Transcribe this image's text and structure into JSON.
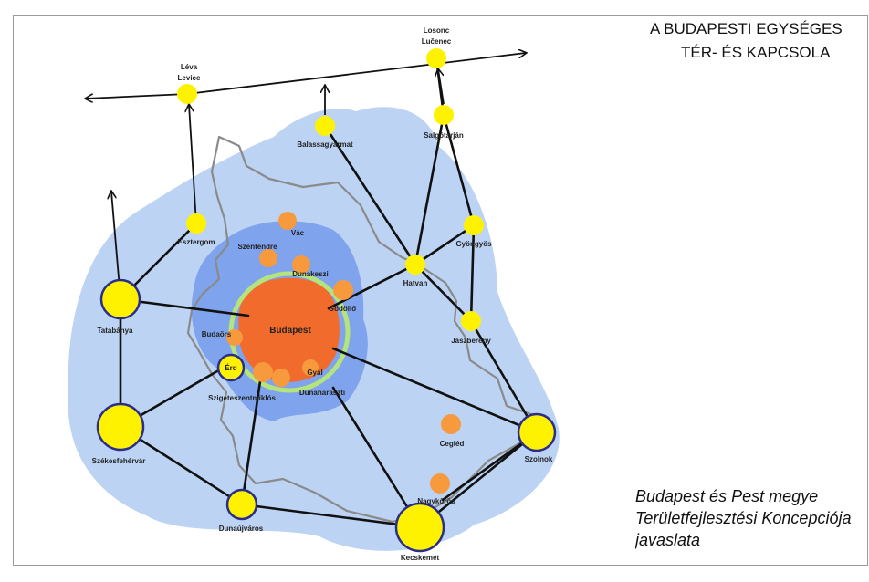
{
  "title": {
    "line1": "A BUDAPESTI EGYSÉGES",
    "line2": "TÉR- ÉS KAPCSOLA"
  },
  "caption": {
    "line1": "Budapest és Pest megye",
    "line2": "Területfejlesztési Koncepciója",
    "line3": "javaslata"
  },
  "map": {
    "colors": {
      "region": "#bcd3f3",
      "agglomeration": "#7fa3ec",
      "budapest_core": "#f06b2c",
      "ring": "#b5e37c",
      "yellow_node": "#fff200",
      "node_outline": "#2a2d8a",
      "orange_node": "#f79a3d",
      "border": "#8a8a8a"
    },
    "labels": {
      "losonc": "Losonc",
      "lucenec": "Lučenec",
      "leva": "Léva",
      "levice": "Levice",
      "salgotarjan": "Salgótarján",
      "balassagyarmat": "Balassagyarmat",
      "esztergom": "Esztergom",
      "vac": "Vác",
      "szentendre": "Szentendre",
      "dunakeszi": "Dunakeszi",
      "godollo": "Gödöllő",
      "hatvan": "Hatvan",
      "gyongyos": "Gyöngyös",
      "tatabanya": "Tatabánya",
      "budaors": "Budaörs",
      "budapest": "Budapest",
      "jaszbereny": "Jászberény",
      "erd": "Érd",
      "gyal": "Gyál",
      "szigetszentmiklos": "Szigeteszentmiklós",
      "dunaharaszti": "Dunaharaszti",
      "cegled": "Cegléd",
      "szekesfehervar": "Székesfehérvár",
      "szolnok": "Szolnok",
      "nagykoros": "Nagykőrös",
      "dunaujvaros": "Dunaújváros",
      "kecskemet": "Kecskemét"
    }
  }
}
